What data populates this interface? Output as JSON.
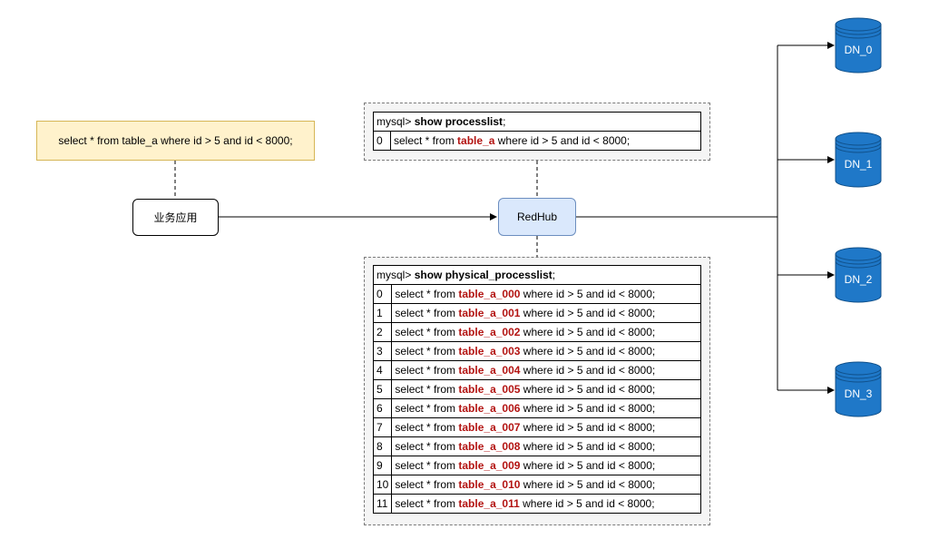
{
  "sql_note": "select * from table_a where id > 5 and id < 8000;",
  "app_label": "业务应用",
  "redhub_label": "RedHub",
  "processlist": {
    "prompt": "mysql>",
    "command": "show processlist",
    "terminator": ";",
    "rows": [
      {
        "index": "0",
        "prefix": "select * from",
        "table": "table_a",
        "suffix": "where id > 5 and id < 8000;"
      }
    ]
  },
  "physical_processlist": {
    "prompt": "mysql>",
    "command": "show physical_processlist",
    "terminator": ";",
    "rows": [
      {
        "index": "0",
        "prefix": "select * from",
        "table": "table_a_000",
        "suffix": "where id > 5 and id < 8000;"
      },
      {
        "index": "1",
        "prefix": "select * from",
        "table": "table_a_001",
        "suffix": "where id > 5 and id < 8000;"
      },
      {
        "index": "2",
        "prefix": "select * from",
        "table": "table_a_002",
        "suffix": "where id > 5 and id < 8000;"
      },
      {
        "index": "3",
        "prefix": "select * from",
        "table": "table_a_003",
        "suffix": "where id > 5 and id < 8000;"
      },
      {
        "index": "4",
        "prefix": "select * from",
        "table": "table_a_004",
        "suffix": "where id > 5 and id < 8000;"
      },
      {
        "index": "5",
        "prefix": "select * from",
        "table": "table_a_005",
        "suffix": "where id > 5 and id < 8000;"
      },
      {
        "index": "6",
        "prefix": "select * from",
        "table": "table_a_006",
        "suffix": "where id > 5 and id < 8000;"
      },
      {
        "index": "7",
        "prefix": "select * from",
        "table": "table_a_007",
        "suffix": "where id > 5 and id < 8000;"
      },
      {
        "index": "8",
        "prefix": "select * from",
        "table": "table_a_008",
        "suffix": "where id > 5 and id < 8000;"
      },
      {
        "index": "9",
        "prefix": "select * from",
        "table": "table_a_009",
        "suffix": "where id > 5 and id < 8000;"
      },
      {
        "index": "10",
        "prefix": "select * from",
        "table": "table_a_010",
        "suffix": "where id > 5 and id < 8000;"
      },
      {
        "index": "11",
        "prefix": "select * from",
        "table": "table_a_011",
        "suffix": "where id > 5 and id < 8000;"
      }
    ]
  },
  "data_nodes": [
    "DN_0",
    "DN_1",
    "DN_2",
    "DN_3"
  ],
  "colors": {
    "note_fill": "#fff2cc",
    "note_border": "#d6b656",
    "redhub_fill": "#dae8fc",
    "redhub_border": "#6c8ebf",
    "db_fill": "#1f78c8",
    "table_highlight": "#b31412"
  },
  "icons": {
    "data_node": "database-cylinder-icon"
  }
}
